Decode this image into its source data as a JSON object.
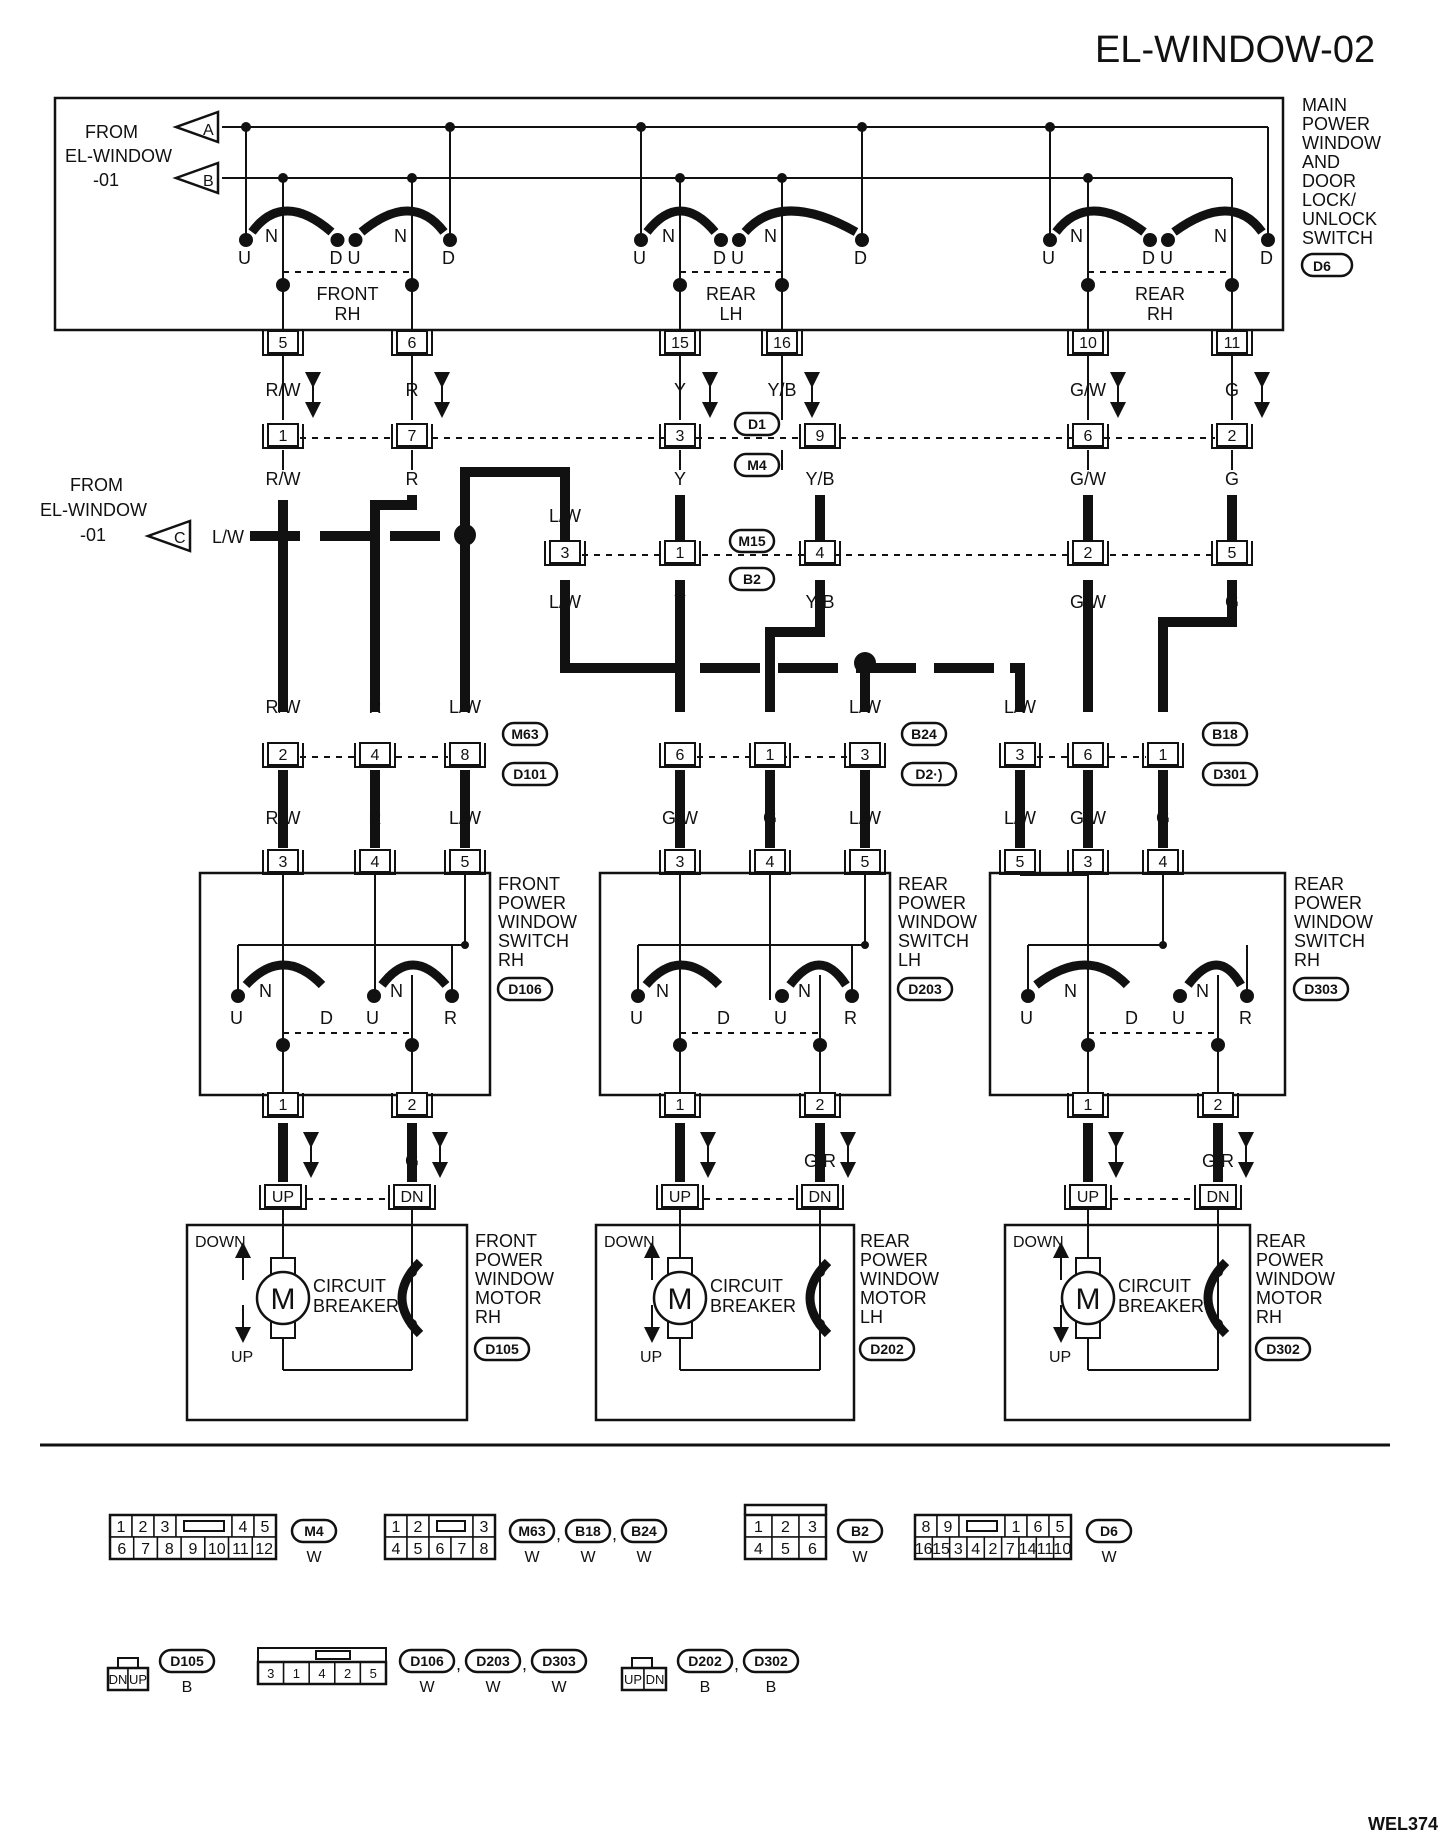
{
  "diagram_id": "EL-WINDOW-02",
  "figure_code": "WEL374",
  "inputs": {
    "from_top": [
      "FROM",
      "EL-WINDOW",
      "-01"
    ],
    "from_mid": [
      "FROM",
      "EL-WINDOW",
      "-01"
    ],
    "flag_a": "A",
    "flag_b": "B",
    "flag_c": "C",
    "wire_c": "L/W"
  },
  "main_switch": {
    "label_lines": [
      "MAIN",
      "POWER",
      "WINDOW",
      "AND",
      "DOOR",
      "LOCK/",
      "UNLOCK",
      "SWITCH"
    ],
    "code": "D6",
    "sections": [
      {
        "name_lines": [
          "FRONT",
          "RH"
        ],
        "pins": [
          "5",
          "6"
        ]
      },
      {
        "name_lines": [
          "REAR",
          "LH"
        ],
        "pins": [
          "15",
          "16"
        ]
      },
      {
        "name_lines": [
          "REAR",
          "RH"
        ],
        "pins": [
          "10",
          "11"
        ]
      }
    ],
    "contact_labels": {
      "up": "U",
      "neutral": "N",
      "down": "D"
    }
  },
  "wires": {
    "rw": "R/W",
    "r": "R",
    "y": "Y",
    "yb": "Y/B",
    "gw": "G/W",
    "g": "G",
    "lw": "L/W",
    "l": "L",
    "gr": "G/R"
  },
  "connector_d1_m4": {
    "codes": [
      "D1",
      "M4"
    ],
    "pins": [
      "1",
      "7",
      "3",
      "9",
      "6",
      "2"
    ]
  },
  "connector_m15_b2": {
    "codes": [
      "M15",
      "B2"
    ],
    "pins": [
      "3",
      "1",
      "4",
      "2",
      "5"
    ]
  },
  "connectors_row3": {
    "m63": {
      "codes": [
        "M63",
        "D101"
      ],
      "pins": [
        "2",
        "4",
        "8"
      ]
    },
    "b24": {
      "codes": [
        "B24",
        "D2·)"
      ],
      "pins": [
        "6",
        "1",
        "3"
      ]
    },
    "b18": {
      "codes": [
        "B18",
        "D301"
      ],
      "pins": [
        "3",
        "6",
        "1"
      ]
    }
  },
  "sub_switches": [
    {
      "label_lines": [
        "FRONT",
        "POWER",
        "WINDOW",
        "SWITCH",
        "RH"
      ],
      "code": "D106",
      "top_pins": [
        "3",
        "4",
        "5"
      ],
      "bottom_pins": [
        "1",
        "2"
      ],
      "contacts": [
        "U",
        "N",
        "D",
        "U",
        "N",
        "R"
      ]
    },
    {
      "label_lines": [
        "REAR",
        "POWER",
        "WINDOW",
        "SWITCH",
        "LH"
      ],
      "code": "D203",
      "top_pins": [
        "3",
        "4",
        "5"
      ],
      "bottom_pins": [
        "1",
        "2"
      ],
      "contacts": [
        "U",
        "N",
        "D",
        "U",
        "N",
        "R"
      ]
    },
    {
      "label_lines": [
        "REAR",
        "POWER",
        "WINDOW",
        "SWITCH",
        "RH"
      ],
      "code": "D303",
      "top_pins": [
        "5",
        "3",
        "4"
      ],
      "bottom_pins": [
        "1",
        "2"
      ],
      "contacts": [
        "U",
        "N",
        "D",
        "U",
        "N",
        "R"
      ]
    }
  ],
  "motors": [
    {
      "label_lines": [
        "FRONT",
        "POWER",
        "WINDOW",
        "MOTOR",
        "RH"
      ],
      "code": "D105",
      "pins": [
        "UP",
        "DN"
      ]
    },
    {
      "label_lines": [
        "REAR",
        "POWER",
        "WINDOW",
        "MOTOR",
        "LH"
      ],
      "code": "D202",
      "pins": [
        "UP",
        "DN"
      ]
    },
    {
      "label_lines": [
        "REAR",
        "POWER",
        "WINDOW",
        "MOTOR",
        "RH"
      ],
      "code": "D302",
      "pins": [
        "UP",
        "DN"
      ]
    }
  ],
  "motor_labels": {
    "down": "DOWN",
    "up": "UP",
    "m": "M",
    "cb_lines": [
      "CIRCUIT",
      "BREAKER"
    ]
  },
  "legend": {
    "m4": {
      "row1": [
        "1",
        "2",
        "3",
        "4",
        "5"
      ],
      "row2": [
        "6",
        "7",
        "8",
        "9",
        "10",
        "11",
        "12"
      ],
      "codes": [
        "M4"
      ],
      "color": "W"
    },
    "m63": {
      "row1": [
        "1",
        "2",
        "3"
      ],
      "row2": [
        "4",
        "5",
        "6",
        "7",
        "8"
      ],
      "codes": [
        "M63",
        "B18",
        "B24"
      ],
      "color": "W"
    },
    "b2": {
      "row1": [
        "1",
        "2",
        "3"
      ],
      "row2": [
        "4",
        "5",
        "6"
      ],
      "codes": [
        "B2"
      ],
      "color": "W"
    },
    "d6": {
      "row1": [
        "8",
        "9",
        "1",
        "6",
        "5"
      ],
      "row2": [
        "16",
        "15",
        "3",
        "4",
        "2",
        "7",
        "14",
        "11",
        "10"
      ],
      "codes": [
        "D6"
      ],
      "color": "W"
    },
    "d105": {
      "cells": [
        "DN",
        "UP"
      ],
      "codes": [
        "D105"
      ],
      "color": "B"
    },
    "d106": {
      "cells": [
        "3",
        "1",
        "4",
        "2",
        "5"
      ],
      "codes": [
        "D106",
        "D203",
        "D303"
      ],
      "color": "W"
    },
    "d202": {
      "cells": [
        "UP",
        "DN"
      ],
      "codes": [
        "D202",
        "D302"
      ],
      "color": "B"
    },
    "sep": ","
  }
}
